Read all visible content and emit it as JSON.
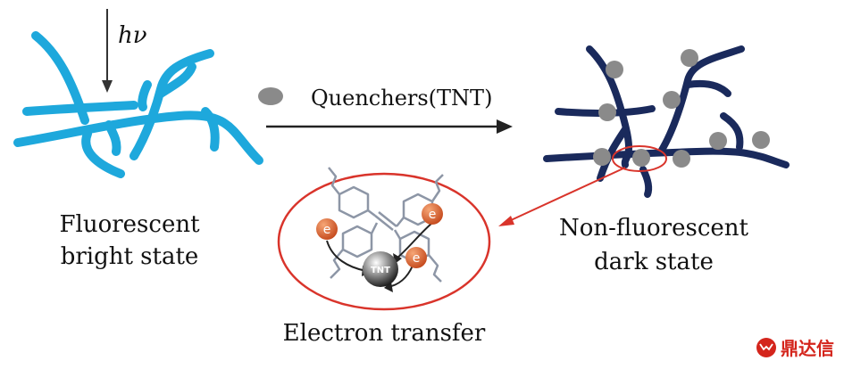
{
  "light_label": "hν",
  "arrow_label": "Quenchers(TNT)",
  "left_caption": [
    "Fluorescent",
    "bright state"
  ],
  "right_caption": [
    "Non-fluorescent",
    "dark state"
  ],
  "bottom_caption": "Electron transfer",
  "electron_label": "e",
  "tnt_label": "TNT",
  "watermark": "鼎达信",
  "colors": {
    "bright_polymer": "#1ea8dc",
    "dark_polymer": "#1a2a5c",
    "quencher": "#8a8a8a",
    "highlight": "#d9342b",
    "electron": "#e0632a",
    "molecule": "#8d96a6"
  },
  "icons": {
    "arrow": "right-arrow",
    "light": "down-arrow",
    "watermark_logo": "fox-logo"
  }
}
